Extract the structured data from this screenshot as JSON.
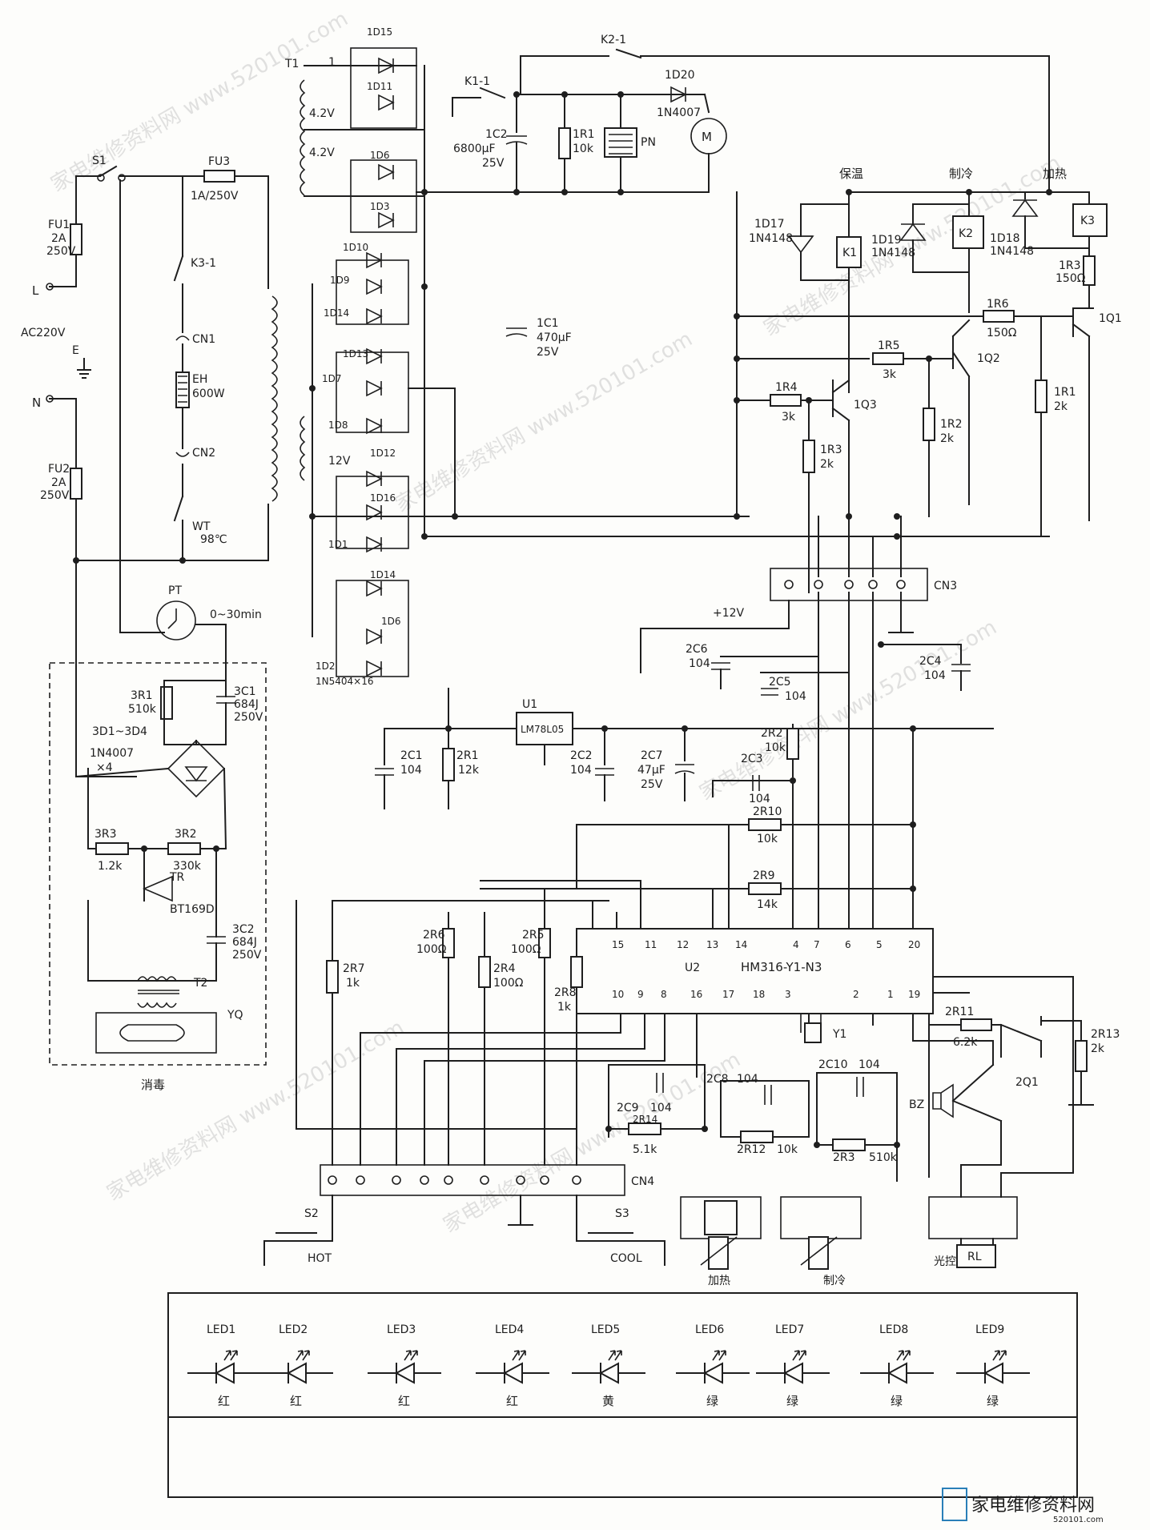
{
  "transformer": {
    "ref": "T1",
    "taps": [
      "1",
      "4.2V",
      "4.2V",
      "12V"
    ],
    "diodes": [
      "1D15",
      "1D11",
      "1D6",
      "1D3",
      "1D10",
      "1D9",
      "1D14",
      "1D13",
      "1D7",
      "1D8",
      "1D12",
      "1D16",
      "1D1",
      "1D14",
      "1D6",
      "1D2"
    ],
    "diode_note": "1N5404×16"
  },
  "mains": {
    "switch": "S1",
    "live": "L",
    "source": "AC220V",
    "earth": "E",
    "neutral": "N",
    "fu1": [
      "FU1",
      "2A",
      "250V"
    ],
    "fu2": [
      "FU2",
      "2A",
      "250V"
    ],
    "fu3": [
      "FU3",
      "1A/250V"
    ],
    "k3": "K3-1",
    "cn1": "CN1",
    "cn2": "CN2",
    "eh": [
      "EH",
      "600W"
    ],
    "wt": [
      "WT",
      "98℃"
    ],
    "timer": [
      "PT",
      "0~30min"
    ]
  },
  "steril": {
    "3r1": [
      "3R1",
      "510k"
    ],
    "3c1": [
      "3C1",
      "684J",
      "250V"
    ],
    "bridge": [
      "3D1~3D4",
      "1N4007",
      "×4"
    ],
    "3r3": [
      "3R3",
      "1.2k"
    ],
    "3r2": [
      "3R2",
      "330k"
    ],
    "tr": [
      "TR",
      "BT169D"
    ],
    "3c2": [
      "3C2",
      "684J",
      "250V"
    ],
    "t2": "T2",
    "yq": "YQ",
    "label": "消毒"
  },
  "power": {
    "k1": "K1-1",
    "k2": "K2-1",
    "d20": [
      "1D20",
      "1N4007"
    ],
    "c2": [
      "1C2",
      "6800μF",
      "25V"
    ],
    "r1": [
      "1R1",
      "10k"
    ],
    "pn": "PN",
    "fan": "M",
    "c1": [
      "1C1",
      "470μF",
      "25V"
    ]
  },
  "relays": {
    "labels": [
      "保温",
      "制冷",
      "加热"
    ],
    "d17": [
      "1D17",
      "1N4148"
    ],
    "d19": [
      "1D19",
      "1N4148"
    ],
    "d18": [
      "1D18",
      "1N4148"
    ],
    "k1": "K1",
    "k2": "K2",
    "k3": "K3",
    "r3": [
      "1R3",
      "150Ω"
    ],
    "r6": [
      "1R6",
      "150Ω"
    ],
    "q1": "1Q1",
    "r5": [
      "1R5",
      "3k"
    ],
    "q2": "1Q2",
    "r4": [
      "1R4",
      "3k"
    ],
    "q3": "1Q3",
    "r3b": [
      "1R3",
      "2k"
    ],
    "r2": [
      "1R2",
      "2k"
    ],
    "r1b": [
      "1R1",
      "2k"
    ]
  },
  "control": {
    "cn3": "CN3",
    "v12": "+12V",
    "c6": [
      "2C6",
      "104"
    ],
    "c5": [
      "2C5",
      "104"
    ],
    "c4": [
      "2C4",
      "104"
    ],
    "u1": [
      "U1",
      "LM78L05"
    ],
    "c1": [
      "2C1",
      "104"
    ],
    "r1": [
      "2R1",
      "12k"
    ],
    "c2": [
      "2C2",
      "104"
    ],
    "c7": [
      "2C7",
      "47μF",
      "25V"
    ],
    "c3": [
      "2C3",
      "104"
    ],
    "r2": [
      "2R2",
      "10k"
    ],
    "r10": [
      "2R10",
      "10k"
    ],
    "r9": [
      "2R9",
      "14k"
    ],
    "r6": [
      "2R6",
      "100Ω"
    ],
    "r5": [
      "2R5",
      "100Ω"
    ],
    "r4": [
      "2R4",
      "100Ω"
    ],
    "r8": [
      "2R8",
      "1k"
    ],
    "r7": [
      "2R7",
      "1k"
    ],
    "u2": [
      "U2",
      "HM316-Y1-N3"
    ],
    "pins_top": [
      "15",
      "11",
      "12",
      "13",
      "14",
      "4",
      "7",
      "6",
      "5",
      "20"
    ],
    "pins_bottom": [
      "10",
      "9",
      "8",
      "16",
      "17",
      "18",
      "3",
      "2",
      "1",
      "19"
    ],
    "y1": "Y1",
    "r11": [
      "2R11",
      "6.2k"
    ],
    "r13": [
      "2R13",
      "2k"
    ],
    "q1": "2Q1",
    "bz": "BZ",
    "c9": [
      "2C9",
      "104"
    ],
    "r14": [
      "2R14",
      "5.1k"
    ],
    "c8": [
      "2C8",
      "104"
    ],
    "r12": [
      "2R12",
      "10k"
    ],
    "c10": [
      "2C10",
      "104"
    ],
    "r3": [
      "2R3",
      "510k"
    ],
    "cn4": "CN4",
    "s2": [
      "S2",
      "HOT"
    ],
    "s3": [
      "S3",
      "COOL"
    ],
    "ntc_heat": "加热",
    "ntc_cool": "制冷",
    "light": "光控",
    "rl": "RL"
  },
  "leds": [
    {
      "ref": "LED1",
      "color": "红"
    },
    {
      "ref": "LED2",
      "color": "红"
    },
    {
      "ref": "LED3",
      "color": "红"
    },
    {
      "ref": "LED4",
      "color": "红"
    },
    {
      "ref": "LED5",
      "color": "黄"
    },
    {
      "ref": "LED6",
      "color": "绿"
    },
    {
      "ref": "LED7",
      "color": "绿"
    },
    {
      "ref": "LED8",
      "color": "绿"
    },
    {
      "ref": "LED9",
      "color": "绿"
    }
  ],
  "watermark": "家电维修资料网 www.520101.com",
  "brand": {
    "name": "家电维修资料网",
    "url": "520101.com"
  }
}
